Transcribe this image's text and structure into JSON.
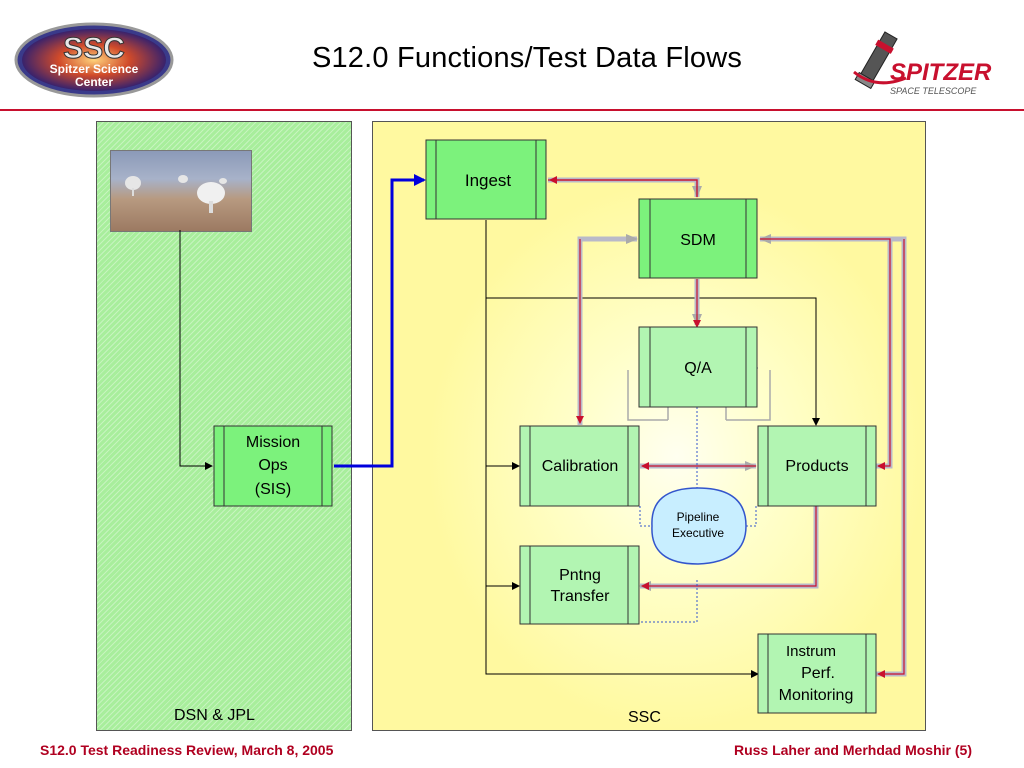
{
  "header": {
    "title": "S12.0 Functions/Test Data Flows",
    "left_logo": {
      "line1": "SSC",
      "line2": "Spitzer Science",
      "line3": "Center"
    },
    "right_logo": {
      "line1": "SPITZER",
      "line2": "SPACE TELESCOPE"
    }
  },
  "panels": {
    "dsn_label": "DSN & JPL",
    "ssc_label": "SSC"
  },
  "nodes": {
    "ingest": "Ingest",
    "sdm": "SDM",
    "qa": "Q/A",
    "calibration": "Calibration",
    "products": "Products",
    "mission_ops": [
      "Mission",
      "Ops",
      "(SIS)"
    ],
    "pipeline_executive": [
      "Pipeline",
      "Executive"
    ],
    "pntng_transfer": [
      "Pntng",
      "Transfer"
    ],
    "instrum_perf": [
      "Instrum",
      "Perf.",
      "Monitoring"
    ]
  },
  "footer": {
    "left": "S12.0 Test Readiness Review, March 8, 2005",
    "right": "Russ Laher and Merhdad Moshir  (5)"
  },
  "colors": {
    "accent_red": "#c8102e",
    "box_green": "#7cf27c",
    "box_light_green": "#b2f5b2",
    "dsn_panel": "#a8ee9c",
    "ssc_panel": "#fff9a0",
    "link_blue": "#0000dd",
    "pipeline_fill": "#c8eeff"
  }
}
